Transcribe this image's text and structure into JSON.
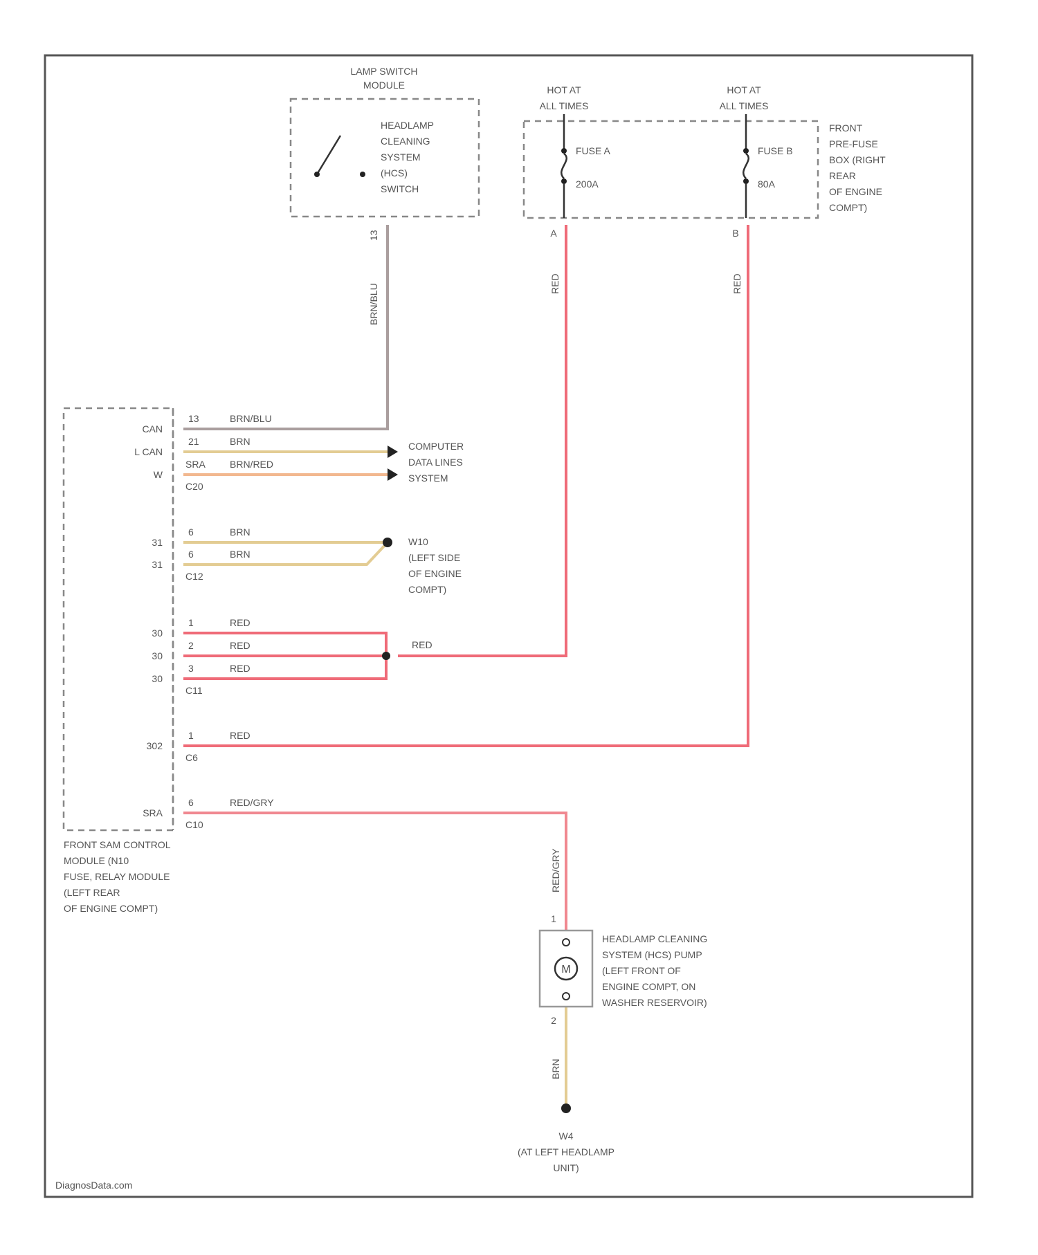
{
  "colors": {
    "red": "#ef6b78",
    "brown": "#e3cc93",
    "brn_red": "#f2b88f",
    "brn_blu": "#aa9e9e",
    "red_gry": "#f08890",
    "frame": "#555555"
  },
  "lamp_switch": {
    "title": [
      "LAMP SWITCH",
      "MODULE"
    ],
    "switch_label": [
      "HEADLAMP",
      "CLEANING",
      "SYSTEM",
      "(HCS)",
      "SWITCH"
    ],
    "pin": "13",
    "wire": "BRN/BLU"
  },
  "power": {
    "hot_label_1": [
      "HOT AT",
      "ALL TIMES"
    ],
    "hot_label_2": [
      "HOT AT",
      "ALL TIMES"
    ],
    "fuse_a_name": "FUSE A",
    "fuse_a_amp": "200A",
    "fuse_b_name": "FUSE B",
    "fuse_b_amp": "80A",
    "pin_a": "A",
    "pin_b": "B",
    "wire_a": "RED",
    "wire_b": "RED",
    "box_label": [
      "FRONT",
      "PRE-FUSE",
      "BOX (RIGHT",
      "REAR",
      "OF ENGINE",
      "COMPT)"
    ]
  },
  "module": {
    "label": [
      "FRONT SAM CONTROL",
      "MODULE (N10",
      "FUSE, RELAY MODULE",
      "(LEFT REAR",
      "OF ENGINE COMPT)"
    ],
    "rows": [
      {
        "term": "CAN",
        "pin": "13",
        "wire": "BRN/BLU"
      },
      {
        "term": "L CAN",
        "pin": "21",
        "wire": "BRN"
      },
      {
        "term": "W",
        "pin": "SRA",
        "wire": "BRN/RED"
      },
      {
        "term": "31",
        "pin": "6",
        "wire": "BRN"
      },
      {
        "term": "31",
        "pin": "6",
        "wire": "BRN"
      },
      {
        "term": "30",
        "pin": "1",
        "wire": "RED"
      },
      {
        "term": "30",
        "pin": "2",
        "wire": "RED"
      },
      {
        "term": "30",
        "pin": "3",
        "wire": "RED"
      },
      {
        "term": "302",
        "pin": "1",
        "wire": "RED"
      },
      {
        "term": "SRA",
        "pin": "6",
        "wire": "RED/GRY"
      }
    ],
    "connectors": [
      "C20",
      "C12",
      "C11",
      "C6",
      "C10"
    ]
  },
  "computer_data": [
    "COMPUTER",
    "DATA LINES",
    "SYSTEM"
  ],
  "ground_w10": [
    "W10",
    "(LEFT SIDE",
    "OF ENGINE",
    "COMPT)"
  ],
  "splice_wire": "RED",
  "pump": {
    "label": [
      "HEADLAMP CLEANING",
      "SYSTEM (HCS) PUMP",
      "(LEFT FRONT OF",
      "ENGINE COMPT, ON",
      "WASHER RESERVOIR)"
    ],
    "symbol": "M",
    "pin_top": "1",
    "pin_bottom": "2",
    "wire_top": "RED/GRY",
    "wire_bottom": "BRN"
  },
  "ground_w4": [
    "W4",
    "(AT LEFT HEADLAMP",
    "UNIT)"
  ],
  "watermark": "DiagnosData.com"
}
